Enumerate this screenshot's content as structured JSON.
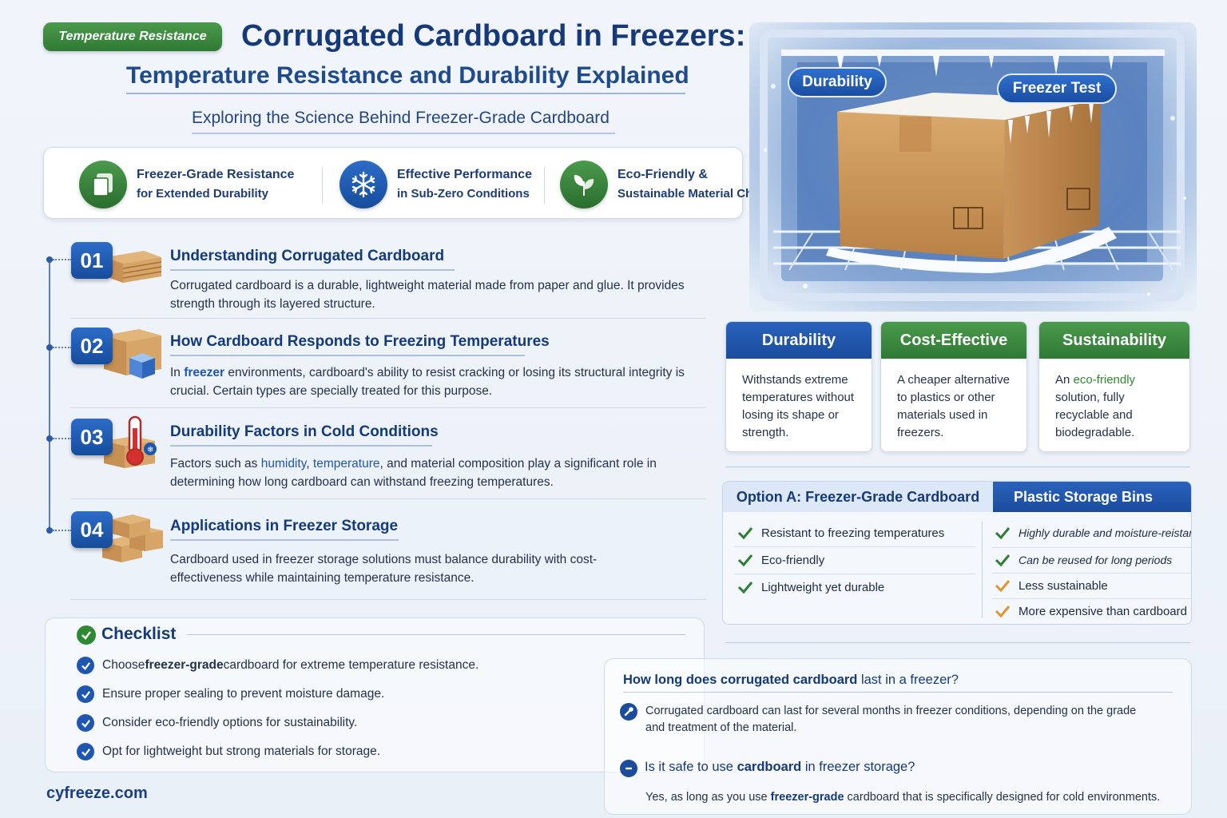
{
  "header": {
    "tag": "Temperature Resistance",
    "title": "Corrugated Cardboard in Freezers:",
    "subtitle": "Temperature Resistance and Durability Explained",
    "tagline": "Exploring the Science Behind Freezer-Grade Cardboard"
  },
  "features": [
    {
      "line1": "Freezer-Grade Resistance",
      "line2": "for Extended Durability",
      "icon": "layers-icon"
    },
    {
      "line1": "Effective Performance",
      "line2": "in Sub-Zero Conditions",
      "icon": "snowflake-icon"
    },
    {
      "line1": "Eco-Friendly &",
      "line2": "Sustainable Material Choice",
      "icon": "leaf-icon"
    }
  ],
  "illustration": {
    "badge_left": "Durability",
    "badge_right": "Freezer Test"
  },
  "sections": [
    {
      "num": "01",
      "title": "Understanding Corrugated Cardboard",
      "body": "Corrugated cardboard is a durable, lightweight material made from paper and glue. It provides strength through its layered structure."
    },
    {
      "num": "02",
      "title": "How Cardboard Responds to Freezing Temperatures",
      "body_pre": "In ",
      "body_hl": "freezer",
      "body_post": " environments, cardboard's ability to resist cracking or losing its structural integrity is crucial. Certain types are specially treated for this purpose."
    },
    {
      "num": "03",
      "title": "Durability Factors in Cold Conditions",
      "body_pre": "Factors such as ",
      "body_hl1": "humidity",
      "body_mid": ", ",
      "body_hl2": "temperature",
      "body_post": ", and material composition play a significant role in determining how long cardboard can withstand freezing temperatures."
    },
    {
      "num": "04",
      "title": "Applications in Freezer Storage",
      "body": "Cardboard used in freezer storage solutions must balance durability with cost-effectiveness while maintaining temperature resistance."
    }
  ],
  "checklist": {
    "title": "Checklist",
    "items": [
      {
        "pre": "Choose ",
        "bold": "freezer-grade",
        "post": " cardboard for extreme temperature resistance."
      },
      {
        "pre": "Ensure proper sealing to prevent moisture damage.",
        "bold": "",
        "post": ""
      },
      {
        "pre": "Consider eco-friendly options for sustainability.",
        "bold": "",
        "post": ""
      },
      {
        "pre": "Opt for lightweight but strong materials for storage.",
        "bold": "",
        "post": ""
      }
    ]
  },
  "site": "cyfreeze.com",
  "cards": [
    {
      "title": "Durability",
      "color": "#1f56b0",
      "body": "Withstands extreme temperatures without losing its shape or strength."
    },
    {
      "title": "Cost-Effective",
      "color": "#3a8a3c",
      "body": "A cheaper alternative to plastics or other materials used in freezers."
    },
    {
      "title": "Sustainability",
      "color": "#3a8a3c",
      "body_pre": "An ",
      "body_hl": "eco-friendly",
      "body_post": " solution, fully recyclable and biodegradable."
    }
  ],
  "compare": {
    "head_a": "Option A: Freezer-Grade Cardboard",
    "head_b": "Plastic Storage Bins",
    "a_items": [
      "Resistant to freezing temperatures",
      "Eco-friendly",
      "Lightweight yet durable"
    ],
    "b_items": [
      {
        "text": "Highly durable and moisture-reistant",
        "status": "positive"
      },
      {
        "text": "Can be reused for long periods",
        "status": "positive"
      },
      {
        "text": "Less sustainable",
        "status": "caution"
      },
      {
        "text": "More expensive than cardboard",
        "status": "caution"
      }
    ],
    "colors": {
      "positive": "#2e7d32",
      "caution": "#e0962a"
    }
  },
  "faq": [
    {
      "q_bold": "How long does corrugated cardboard",
      "q_rest": " last in a freezer?",
      "a_pre": "Corrugated cardboard",
      "a_post": " can last for several months in freezer conditions, depending on the grade and treatment of the material."
    },
    {
      "q_pre": "Is it safe to use ",
      "q_bold": "cardboard",
      "q_rest": " in freezer storage?",
      "a_pre": "Yes, as long as you use ",
      "a_bold": "freezer-grade",
      "a_post": " cardboard that is specifically designed for cold environments."
    }
  ]
}
